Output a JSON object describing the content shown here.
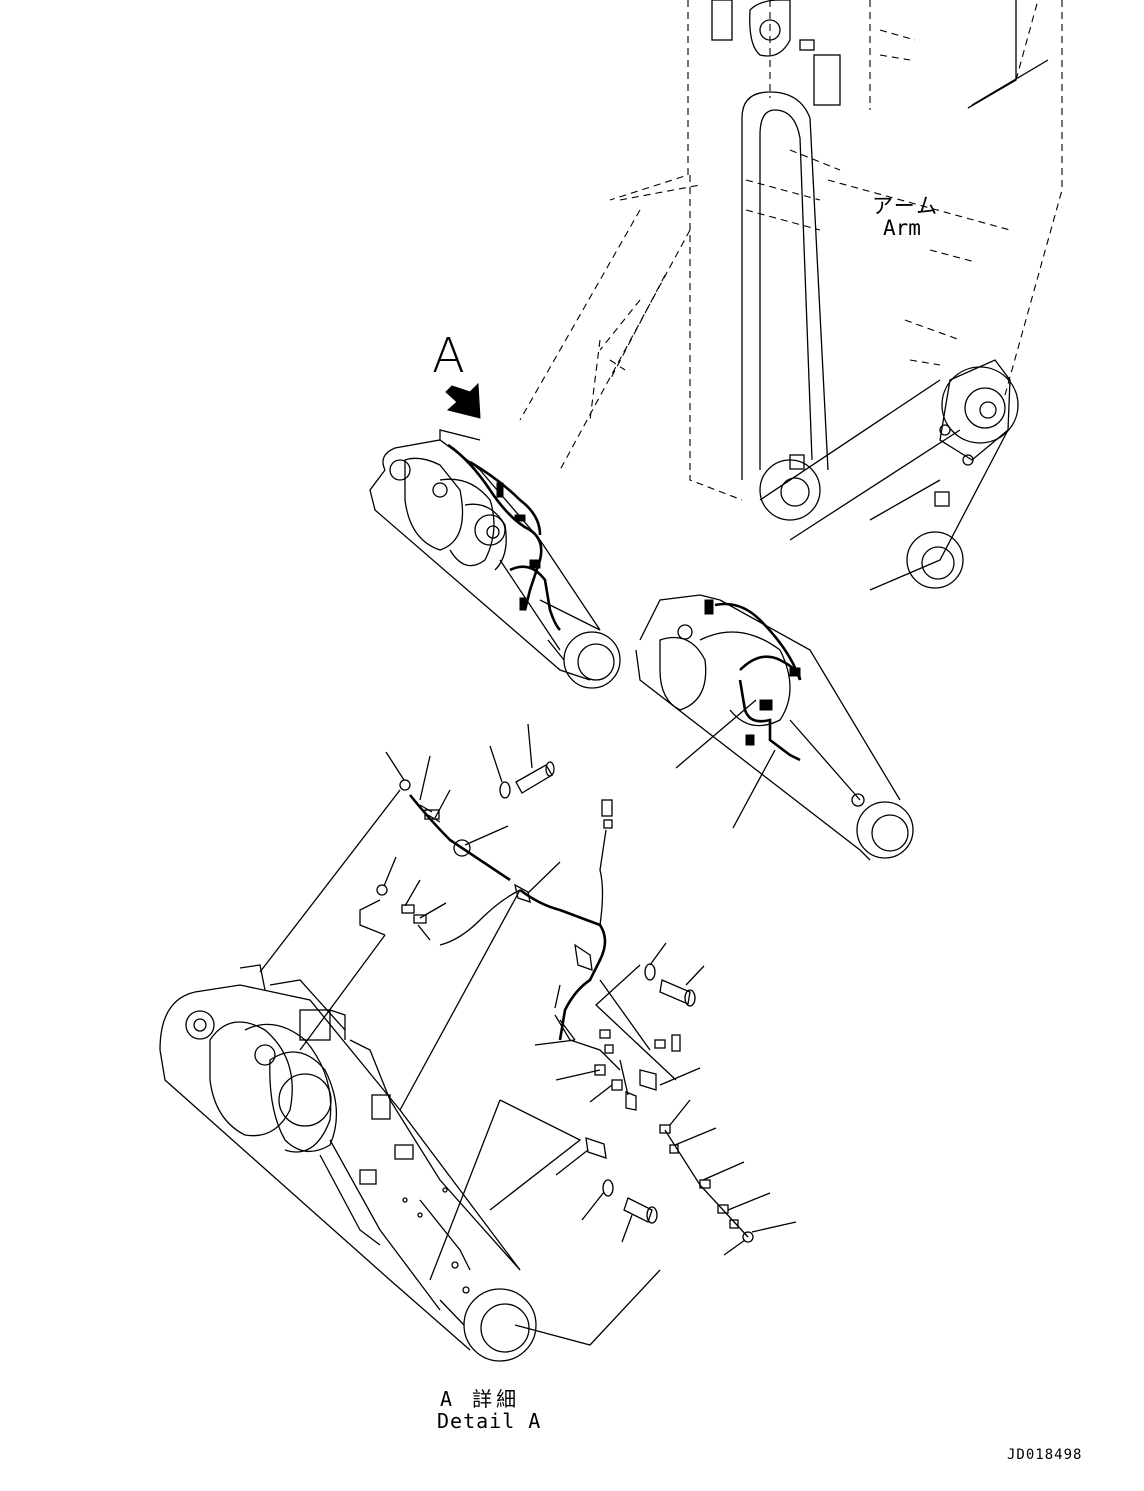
{
  "labels": {
    "arm_jp": "アーム",
    "arm_en": "Arm",
    "view_marker": "A",
    "detail_jp": "A 詳細",
    "detail_en": "Detail A",
    "drawing_number": "JD018498"
  }
}
